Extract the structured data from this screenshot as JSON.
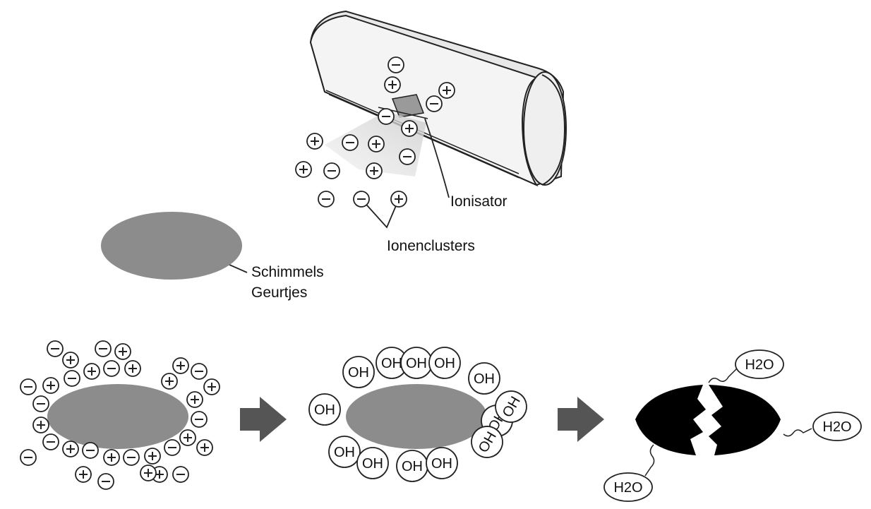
{
  "labels": {
    "ionizer": "Ionisator",
    "ion_clusters": "Ionenclusters",
    "mold": "Schimmels",
    "odors": "Geurtjes"
  },
  "molecules": {
    "hydroxyl": "OH",
    "water": "H2O"
  },
  "ion_symbols": {
    "positive": "+",
    "negative": "−"
  },
  "colors": {
    "particle": "#8c8c8c",
    "destroyed": "#000000",
    "arrow": "#555555",
    "unit_body": "#f0f0f0"
  },
  "icons": [
    "air-conditioner-icon",
    "arrow-right-icon",
    "broken-particle-icon"
  ]
}
